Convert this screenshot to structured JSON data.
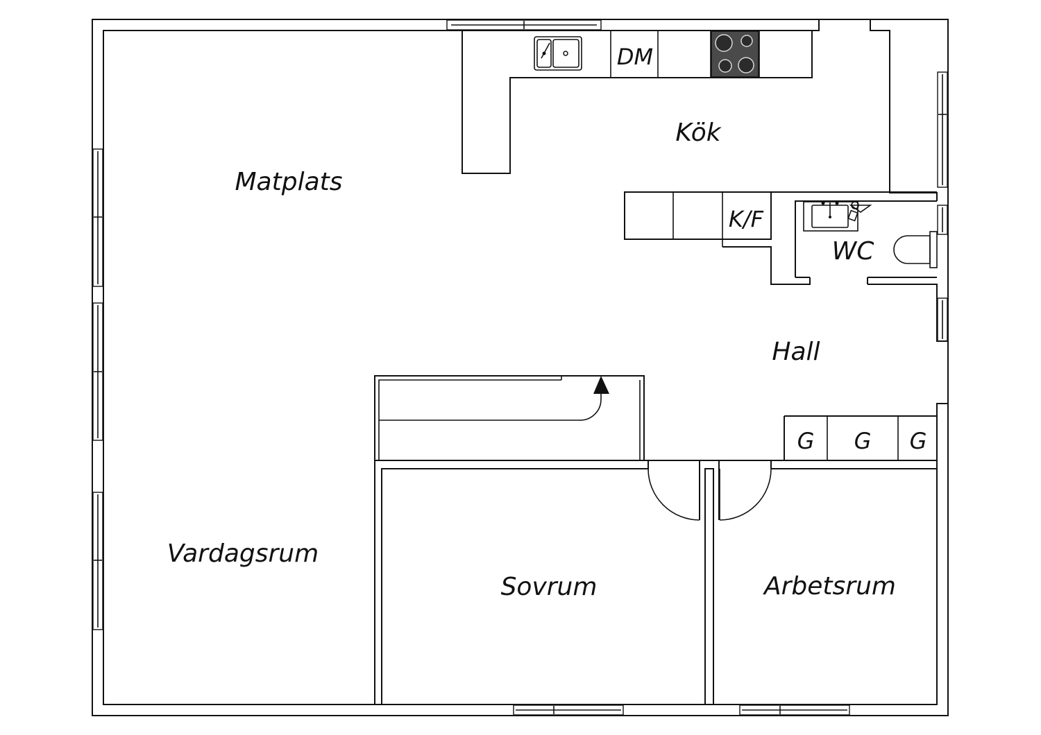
{
  "rooms": {
    "matplats": "Matplats",
    "kok": "Kök",
    "vardagsrum": "Vardagsrum",
    "hall": "Hall",
    "wc": "WC",
    "sovrum": "Sovrum",
    "arbetsrum": "Arbetsrum"
  },
  "fixtures": {
    "dishwasher": "DM",
    "fridge_freezer": "K/F",
    "wardrobe_1": "G",
    "wardrobe_2": "G",
    "wardrobe_3": "G"
  },
  "icons": [
    "sink-icon",
    "stove-icon",
    "washbasin-icon",
    "toilet-icon",
    "stair-arrow-icon"
  ]
}
